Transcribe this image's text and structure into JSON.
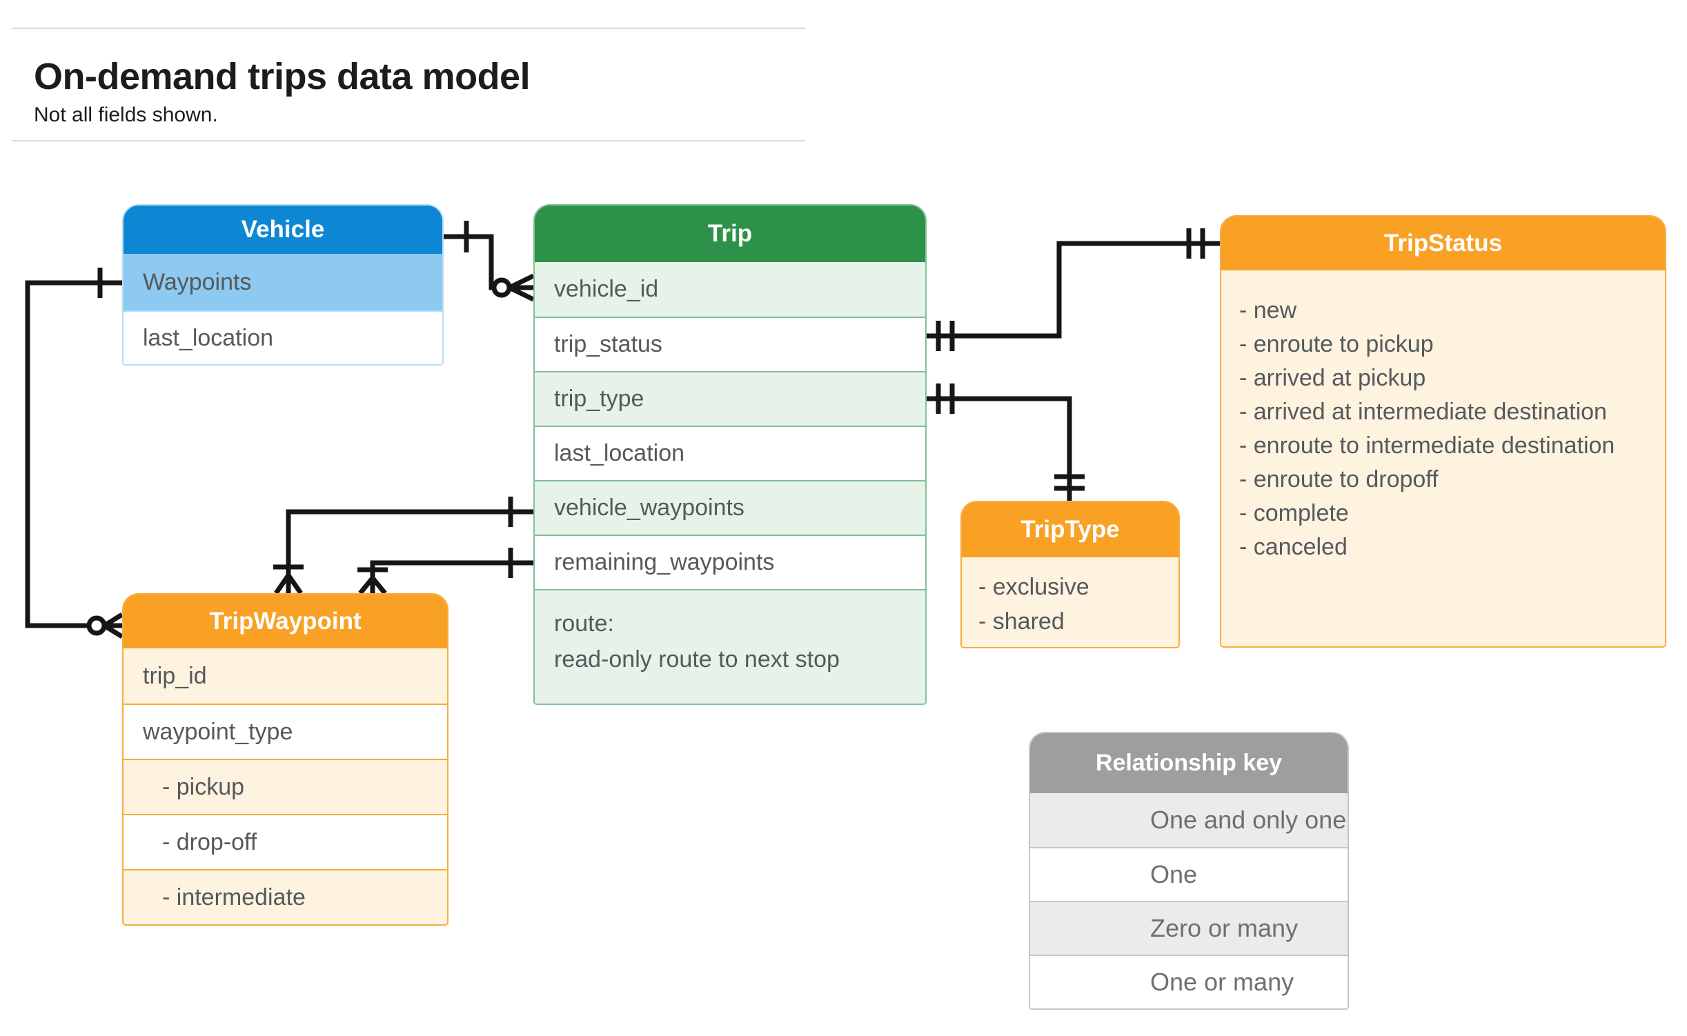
{
  "page": {
    "title": "On-demand trips data model",
    "subtitle": "Not all fields shown."
  },
  "entities": {
    "vehicle": {
      "title": "Vehicle",
      "rows": [
        "Waypoints",
        "last_location"
      ]
    },
    "trip": {
      "title": "Trip",
      "rows": [
        "vehicle_id",
        "trip_status",
        "trip_type",
        "last_location",
        "vehicle_waypoints",
        "remaining_waypoints"
      ],
      "route": {
        "line1": "route:",
        "line2": "read-only route to next stop"
      }
    },
    "trip_status": {
      "title": "TripStatus",
      "items": [
        "- new",
        "- enroute to pickup",
        "- arrived at pickup",
        "- arrived at intermediate destination",
        "- enroute to intermediate destination",
        "- enroute to dropoff",
        "- complete",
        "- canceled"
      ]
    },
    "trip_waypoint": {
      "title": "TripWaypoint",
      "rows": [
        "trip_id",
        "waypoint_type",
        "- pickup",
        "- drop-off",
        "- intermediate"
      ]
    },
    "trip_type": {
      "title": "TripType",
      "items": [
        "- exclusive",
        "- shared"
      ]
    }
  },
  "legend": {
    "title": "Relationship key",
    "rows": [
      {
        "symbol": "one-and-only-one",
        "label": "One and only one"
      },
      {
        "symbol": "one",
        "label": "One"
      },
      {
        "symbol": "zero-or-many",
        "label": "Zero or many"
      },
      {
        "symbol": "one-or-many",
        "label": "One or many"
      }
    ]
  },
  "connectors": [
    {
      "from": "Vehicle",
      "to": "Trip.vehicle_id",
      "from_cardinality": "one",
      "to_cardinality": "zero-or-many"
    },
    {
      "from": "Vehicle.Waypoints",
      "to": "TripWaypoint",
      "from_cardinality": "one",
      "to_cardinality": "zero-or-many"
    },
    {
      "from": "Trip.trip_status",
      "to": "TripStatus",
      "from_cardinality": "one-and-only-one",
      "to_cardinality": "one-and-only-one"
    },
    {
      "from": "Trip.trip_type",
      "to": "TripType",
      "from_cardinality": "one-and-only-one",
      "to_cardinality": "one-and-only-one"
    },
    {
      "from": "Trip.vehicle_waypoints",
      "to": "TripWaypoint",
      "from_cardinality": "one",
      "to_cardinality": "one-or-many"
    },
    {
      "from": "Trip.remaining_waypoints",
      "to": "TripWaypoint",
      "from_cardinality": "one",
      "to_cardinality": "one-or-many"
    }
  ],
  "colors": {
    "vehicle_header": "#0d87d3",
    "vehicle_tint": "#8ec9f1",
    "trip_header": "#2e9149",
    "trip_tint": "#e7f2e9",
    "orange_header": "#f9a125",
    "orange_tint": "#fdf3df",
    "legend_header": "#9e9e9e",
    "legend_tint": "#ebebeb",
    "connector": "#161616"
  }
}
